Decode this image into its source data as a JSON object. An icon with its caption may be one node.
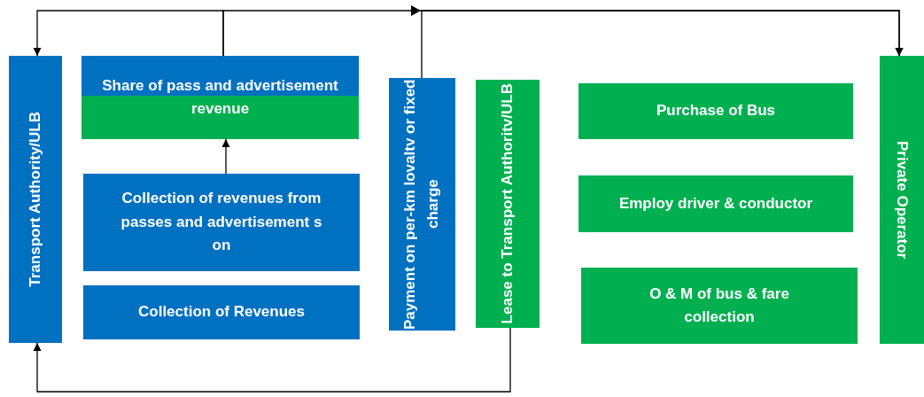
{
  "diagram": {
    "nodes": [
      {
        "text": [
          "Transport Authority/ULB"
        ]
      },
      {
        "text": [
          "Share of pass and advertisement revenue"
        ]
      },
      {
        "text": [
          "Collection of revenues from passes and advertisement s on"
        ]
      },
      {
        "text": [
          "Collection of Revenues"
        ]
      },
      {
        "text": [
          "Payment on per-km lovaltv or fixed charge"
        ]
      },
      {
        "text": [
          "Lease to Transport Authoritv/ULB"
        ]
      },
      {
        "text": [
          "Purchase of Bus"
        ]
      },
      {
        "text": [
          "Employ driver & conductor"
        ]
      },
      {
        "text": [
          "O & M of bus & fare collection"
        ]
      },
      {
        "text": [
          "Private Operator"
        ]
      }
    ],
    "edges": [
      {
        "from": 1,
        "to": 0,
        "arrow": "to"
      },
      {
        "from": 1,
        "to": 9,
        "arrow": "to"
      },
      {
        "from": 4,
        "to": 9,
        "arrow": "to"
      },
      {
        "from": 2,
        "to": 1,
        "arrow": "to"
      },
      {
        "from": 5,
        "to": 0,
        "arrow": "to"
      }
    ]
  }
}
